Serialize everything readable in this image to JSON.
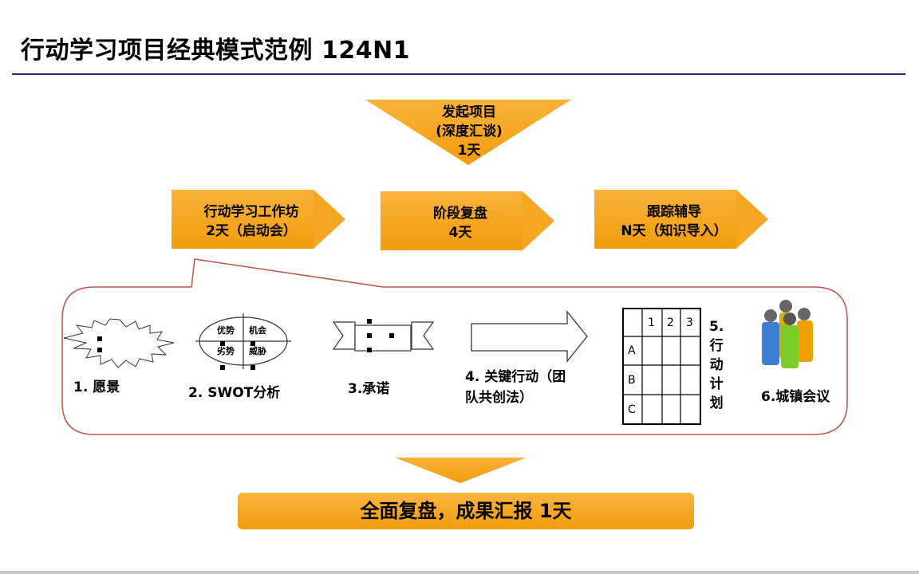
{
  "title": "行动学习项目经典模式范例 124N1",
  "start": {
    "line1": "发起项目",
    "line2": "(深度汇谈)",
    "line3": "1天"
  },
  "phases": [
    {
      "line1": "行动学习工作坊",
      "line2": "2天（启动会）"
    },
    {
      "line1": "阶段复盘",
      "line2": "4天"
    },
    {
      "line1": "跟踪辅导",
      "line2": "N天（知识导入）"
    }
  ],
  "steps": {
    "vision": "1. 愿景",
    "swot": "2. SWOT分析",
    "swot_cells": [
      "优势",
      "机会",
      "劣势",
      "威胁"
    ],
    "commit": "3.承诺",
    "action_line1": "4. 关键行动（团",
    "action_line2": "队共创法）",
    "plan_chars": [
      "5.",
      "行",
      "动",
      "计",
      "划"
    ],
    "plan_cols": [
      "1",
      "2",
      "3"
    ],
    "plan_rows": [
      "A",
      "B",
      "C"
    ],
    "meeting": "6.城镇会议"
  },
  "final": "全面复盘，成果汇报 1天",
  "colors": {
    "orange": "#f5a623",
    "frame": "#c0504d",
    "rule": "#1f2a6b"
  }
}
